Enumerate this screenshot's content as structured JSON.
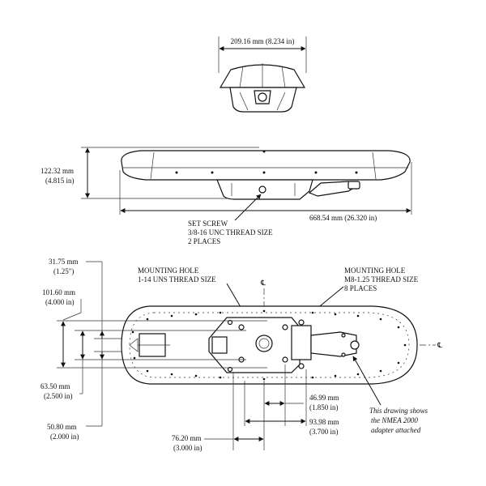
{
  "top_view": {
    "width_dim": "209.16 mm (8.234 in)"
  },
  "side_view": {
    "height_dim_mm": "122.32 mm",
    "height_dim_in": "(4.815 in)",
    "length_dim": "668.54 mm (26.320 in)",
    "set_screw_line1": "SET SCREW",
    "set_screw_line2": "3/8-16 UNC THREAD SIZE",
    "set_screw_line3": "2 PLACES"
  },
  "bottom_view": {
    "mount_left_line1": "MOUNTING HOLE",
    "mount_left_line2": "1-14 UNS THREAD SIZE",
    "mount_right_line1": "MOUNTING HOLE",
    "mount_right_line2": "M8-1.25 THREAD SIZE",
    "mount_right_line3": "8 PLACES",
    "centerline_symbol": "℄",
    "dim_3175_mm": "31.75 mm",
    "dim_3175_in": "(1.25\")",
    "dim_10160_mm": "101.60 mm",
    "dim_10160_in": "(4.000 in)",
    "dim_6350_mm": "63.50 mm",
    "dim_6350_in": "(2.500 in)",
    "dim_5080_mm": "50.80 mm",
    "dim_5080_in": "(2.000 in)",
    "dim_7620_mm": "76.20 mm",
    "dim_7620_in": "(3.000 in)",
    "dim_4699_mm": "46.99 mm",
    "dim_4699_in": "(1.850 in)",
    "dim_9398_mm": "93.98 mm",
    "dim_9398_in": "(3.700 in)",
    "note_line1": "This drawing shows",
    "note_line2": "the NMEA 2000",
    "note_line3": "adapter attached"
  }
}
